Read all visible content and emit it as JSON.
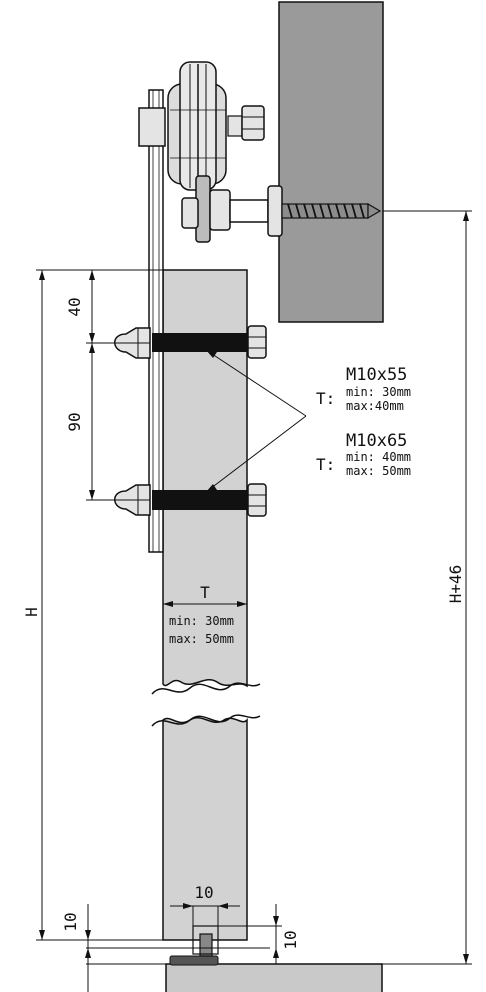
{
  "labels": {
    "dim_top": "40",
    "dim_spacing": "90",
    "dim_height": "H",
    "dim_height_plus": "H+46",
    "dim_bottom_left": "10",
    "dim_bottom_right": "10",
    "dim_bottom_width": "10",
    "thickness_symbol": "T",
    "thickness_min": "min: 30mm",
    "thickness_max": "max: 50mm"
  },
  "bolts": [
    {
      "size": "M10x55",
      "prefix": "T:",
      "min": "min: 30mm",
      "max": "max:40mm"
    },
    {
      "size": "M10x65",
      "prefix": "T:",
      "min": "min: 40mm",
      "max": "max: 50mm"
    }
  ],
  "colors": {
    "door": "#d2d2d2",
    "wall": "#9a9a9a",
    "floor": "#c9c9c9",
    "bolt_band": "#111111",
    "line": "#111111",
    "hardware": "#d9d9d9"
  }
}
